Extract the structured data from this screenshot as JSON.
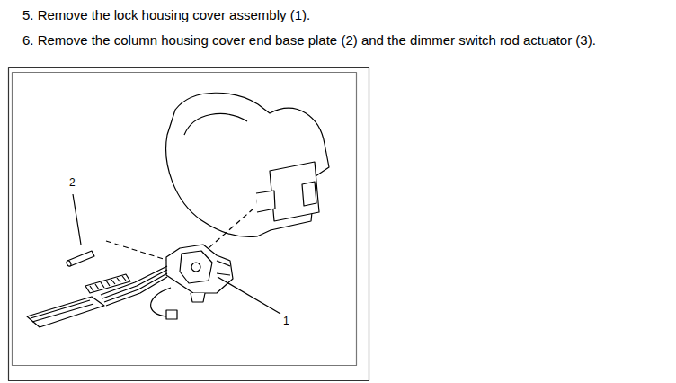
{
  "diagram": {
    "labels": [
      "5. Remove the lock housing cover assembly (1).",
      "6. Remove the column housing cover end base plate (2) and the dimmer switch rod actuator (3).",
      "2",
      "1"
    ]
  }
}
